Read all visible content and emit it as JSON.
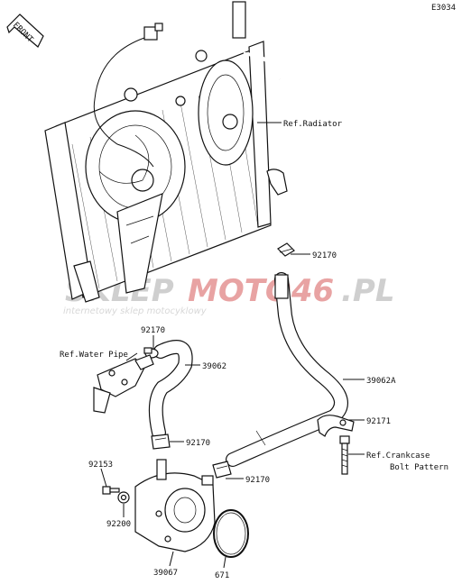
{
  "diagram_code": "E3034",
  "front_label": "FRONT",
  "watermark": {
    "brand_a": "SKLEP",
    "brand_b": "MOTO46",
    "brand_c": ".PL",
    "tagline": "internetowy sklep motocyklowy",
    "gray": "#cfcfcf",
    "red": "#e8a3a3"
  },
  "callouts": {
    "ref_radiator": "Ref.Radiator",
    "clamp_upper": "92170",
    "clamp_left_top": "92170",
    "ref_water_pipe": "Ref.Water Pipe",
    "hose_short": "39062",
    "hose_long": "39062A",
    "bracket": "92171",
    "clamp_left_bottom": "92170",
    "ref_crankcase_1": "Ref.Crankcase",
    "ref_crankcase_2": "Bolt Pattern",
    "bolt": "92153",
    "clamp_bottom_right": "92170",
    "washer": "92200",
    "oil_cooler": "39067",
    "o_ring": "671"
  }
}
